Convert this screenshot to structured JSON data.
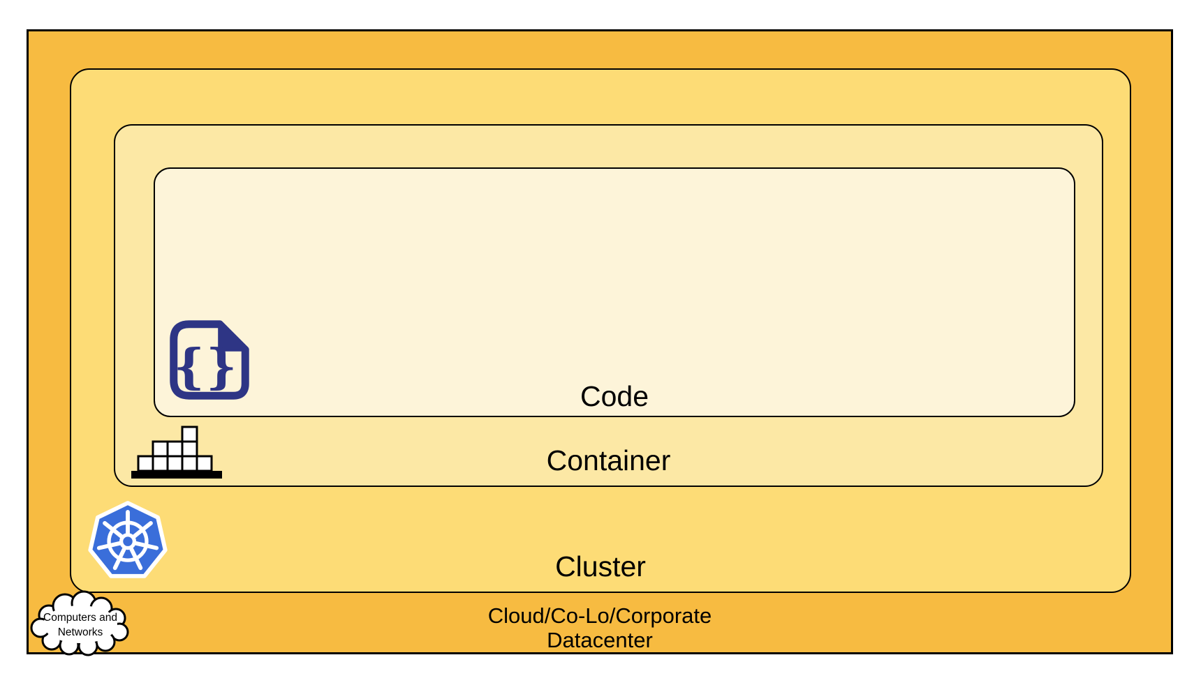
{
  "diagram": {
    "code": {
      "label": "Code",
      "icon_glyph": "{}"
    },
    "container": {
      "label": "Container"
    },
    "cluster": {
      "label": "Cluster"
    },
    "datacenter": {
      "label_line1": "Cloud/Co-Lo/Corporate",
      "label_line2": "Datacenter"
    },
    "cloud_callout": {
      "line1": "Computers and",
      "line2": "Networks"
    }
  },
  "icons": {
    "code": "code-file-icon",
    "container": "container-stack-icon",
    "cluster": "kubernetes-icon",
    "datacenter": "cloud-computers-networks-icon"
  },
  "colors": {
    "datacenter_bg": "#F7BB41",
    "cluster_bg": "#FDDC76",
    "container_bg": "#FCE8A5",
    "code_bg": "#FDF4D9",
    "outline": "#000000",
    "code_icon_navy": "#2E3585",
    "kubernetes_blue": "#3A6EDA",
    "icon_block_fill": "#FFFFFF"
  }
}
